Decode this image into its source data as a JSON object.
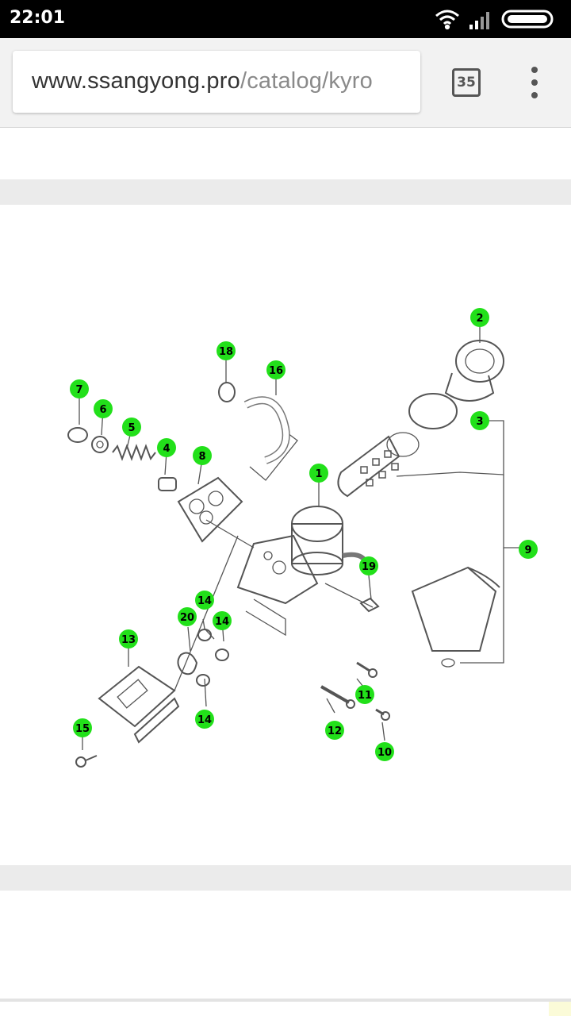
{
  "status_bar": {
    "time": "22:01",
    "icons": [
      "wifi-icon",
      "signal-icon",
      "battery-icon"
    ]
  },
  "browser": {
    "url_host": "www.ssangyong.pro",
    "url_path": "/catalog/kyro",
    "tab_count": "35",
    "menu_icon": "overflow-menu-icon"
  },
  "diagram": {
    "callouts": [
      "1",
      "2",
      "3",
      "4",
      "5",
      "6",
      "7",
      "8",
      "9",
      "10",
      "11",
      "12",
      "13",
      "14",
      "14",
      "14",
      "15",
      "16",
      "18",
      "19",
      "20"
    ],
    "callout_color": "#22e01a"
  },
  "colors": {
    "status_bar": "#000000",
    "toolbar": "#f2f2f2",
    "band": "#ebebeb"
  }
}
